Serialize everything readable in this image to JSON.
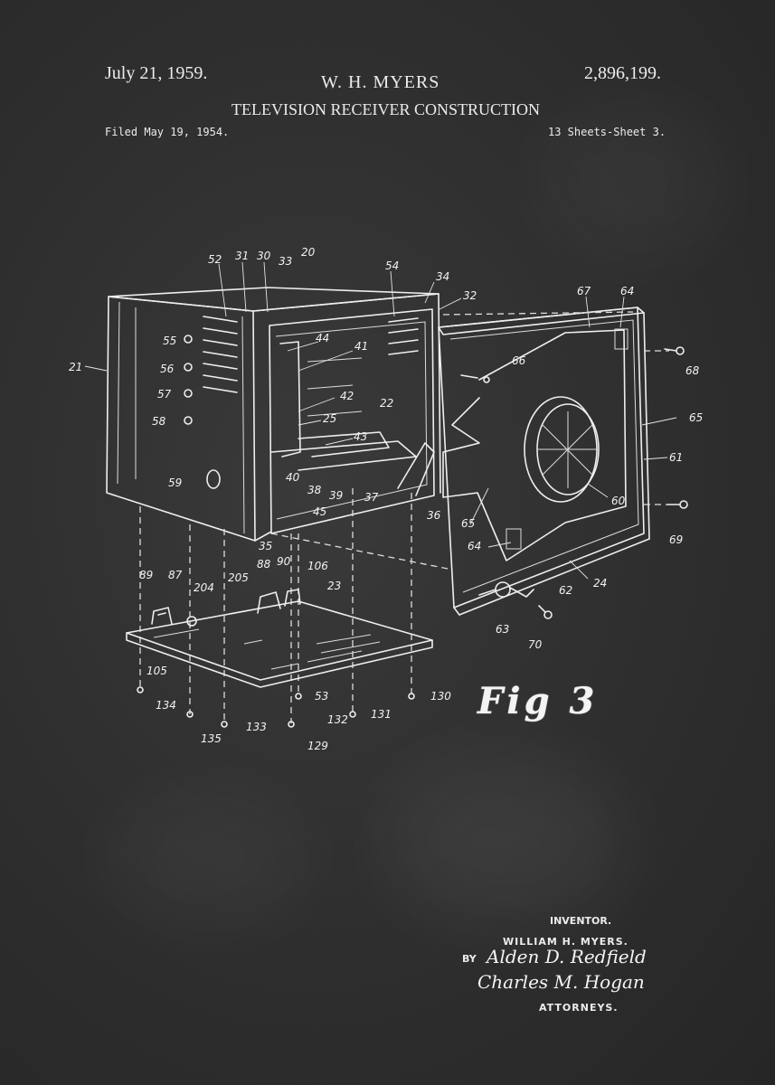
{
  "header": {
    "date": "July 21, 1959.",
    "inventor_name": "W. H. MYERS",
    "patent_number": "2,896,199.",
    "title": "TELEVISION RECEIVER CONSTRUCTION",
    "filed": "Filed May 19, 1954.",
    "sheets": "13 Sheets-Sheet 3."
  },
  "figure": {
    "label": "Fig 3",
    "reference_numerals": [
      "52",
      "31",
      "30",
      "33",
      "20",
      "54",
      "34",
      "32",
      "67",
      "64",
      "21",
      "55",
      "56",
      "57",
      "58",
      "59",
      "44",
      "41",
      "42",
      "22",
      "25",
      "43",
      "40",
      "38",
      "39",
      "37",
      "36",
      "45",
      "35",
      "66",
      "68",
      "65",
      "61",
      "60",
      "69",
      "65",
      "64",
      "62",
      "24",
      "63",
      "70",
      "89",
      "87",
      "204",
      "205",
      "88",
      "90",
      "106",
      "23",
      "105",
      "53",
      "134",
      "135",
      "133",
      "132",
      "131",
      "130",
      "129"
    ]
  },
  "signature_block": {
    "inventor_label": "INVENTOR.",
    "inventor": "WILLIAM H. MYERS.",
    "by": "BY",
    "attorney_1": "Alden D. Redfield",
    "attorney_2": "Charles M. Hogan",
    "attorneys_label": "ATTORNEYS."
  },
  "colors": {
    "background": "#303030",
    "ink": "#ececec"
  }
}
